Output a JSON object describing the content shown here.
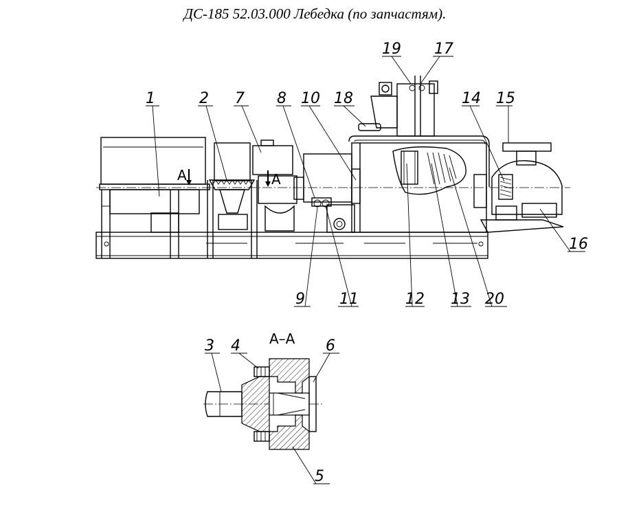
{
  "title": "ДС-185 52.03.000  Лебедка (по запчастям).",
  "section_label": "А–А",
  "section_marker": "А",
  "callouts_main": [
    "1",
    "2",
    "7",
    "8",
    "10",
    "18",
    "19",
    "17",
    "14",
    "15",
    "16",
    "9",
    "11",
    "12",
    "13",
    "20"
  ],
  "callouts_section": [
    "3",
    "4",
    "6",
    "5"
  ]
}
